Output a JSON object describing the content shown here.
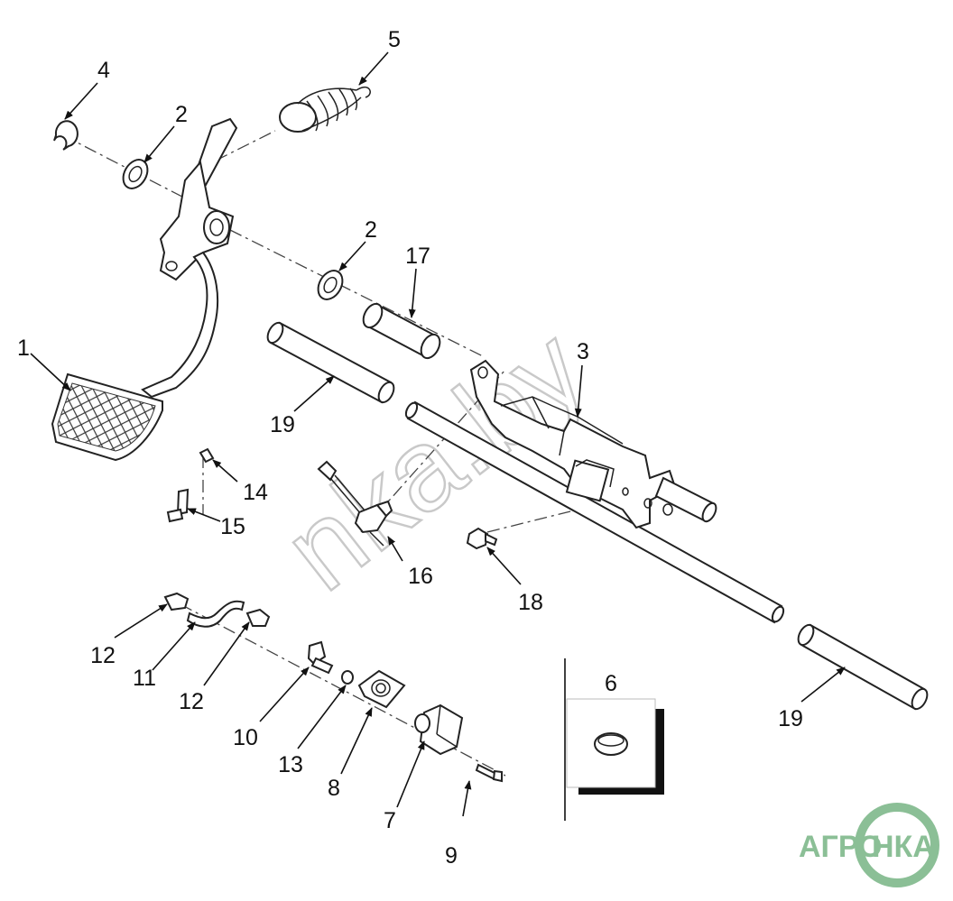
{
  "callouts": [
    {
      "id": "1",
      "text": "1"
    },
    {
      "id": "2a",
      "text": "2"
    },
    {
      "id": "2b",
      "text": "2"
    },
    {
      "id": "3",
      "text": "3"
    },
    {
      "id": "4",
      "text": "4"
    },
    {
      "id": "5",
      "text": "5"
    },
    {
      "id": "6",
      "text": "6"
    },
    {
      "id": "7",
      "text": "7"
    },
    {
      "id": "8",
      "text": "8"
    },
    {
      "id": "9",
      "text": "9"
    },
    {
      "id": "10",
      "text": "10"
    },
    {
      "id": "11",
      "text": "11"
    },
    {
      "id": "12a",
      "text": "12"
    },
    {
      "id": "12b",
      "text": "12"
    },
    {
      "id": "13",
      "text": "13"
    },
    {
      "id": "14",
      "text": "14"
    },
    {
      "id": "15",
      "text": "15"
    },
    {
      "id": "16",
      "text": "16"
    },
    {
      "id": "17",
      "text": "17"
    },
    {
      "id": "18",
      "text": "18"
    },
    {
      "id": "19a",
      "text": "19"
    },
    {
      "id": "19b",
      "text": "19"
    }
  ],
  "watermark": "nka.by",
  "logo": {
    "left": "АГРО",
    "right": "НКА",
    "color": "#8bbf96"
  }
}
